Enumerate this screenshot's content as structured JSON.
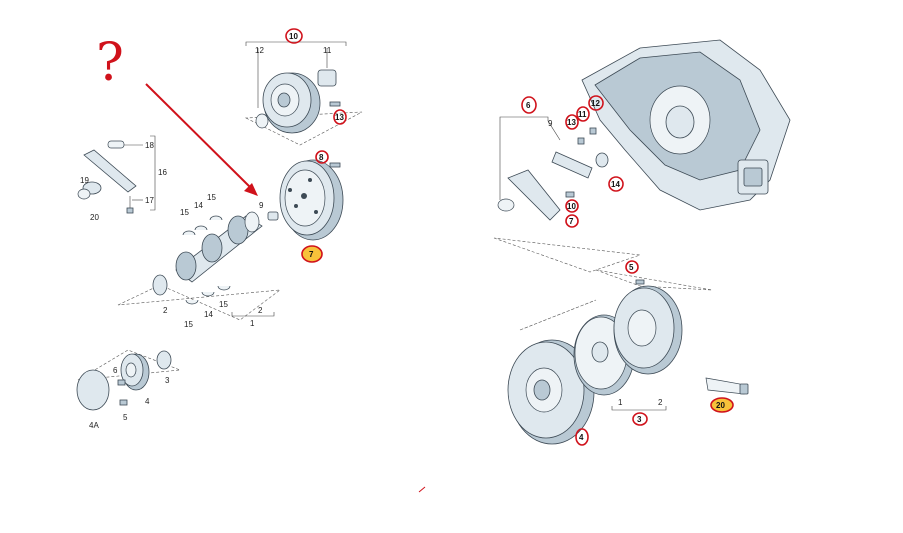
{
  "question_mark": "?",
  "left_assembly": {
    "labels": {
      "l1": "1",
      "l2": "2",
      "l3": "3",
      "l4": "4",
      "l4a": "4A",
      "l5": "5",
      "l6": "6",
      "l9": "9",
      "l11": "11",
      "l12": "12",
      "l14a": "14",
      "l14b": "14",
      "l15a": "15",
      "l15b": "15",
      "l15c": "15",
      "l15d": "15",
      "l16": "16",
      "l17": "17",
      "l18": "18",
      "l19": "19",
      "l20": "20"
    },
    "callouts": {
      "c10": "10",
      "c13": "13",
      "c8": "8",
      "c7": "7"
    }
  },
  "right_assembly": {
    "labels": {
      "r9": "9",
      "r1": "1",
      "r2": "2"
    },
    "callouts": {
      "c6": "6",
      "c12": "12",
      "c11": "11",
      "c13": "13",
      "c14": "14",
      "c10": "10",
      "c7": "7",
      "c5": "5",
      "c4": "4",
      "c3": "3",
      "c20": "20"
    }
  },
  "colors": {
    "callout_ring": "#d0121b",
    "highlight_fill": "#f7c23a",
    "part_fill": "#dfe8ee",
    "part_stroke": "#3d4a55"
  }
}
